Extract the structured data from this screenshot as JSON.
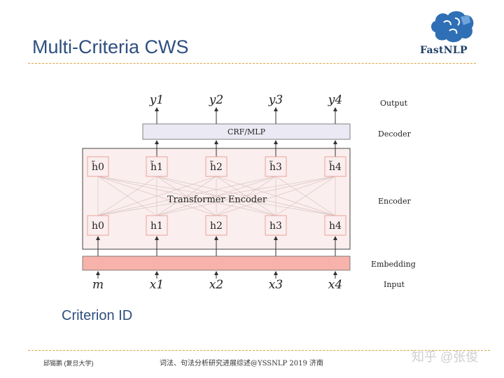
{
  "slide": {
    "title": "Multi-Criteria  CWS",
    "criterion_label": "Criterion ID",
    "logo_text": "FastNLP"
  },
  "diagram": {
    "outputs": [
      "y1",
      "y2",
      "y3",
      "y4"
    ],
    "decoder_label": "CRF/MLP",
    "encoder_label": "Transformer Encoder",
    "hidden_top": [
      "h̃0",
      "h̃1",
      "h̃2",
      "h̃3",
      "h̃4"
    ],
    "hidden_bottom": [
      "h0",
      "h1",
      "h2",
      "h3",
      "h4"
    ],
    "inputs": [
      "m",
      "x1",
      "x2",
      "x3",
      "x4"
    ],
    "layer_labels": {
      "output": "Output",
      "decoder": "Decoder",
      "encoder": "Encoder",
      "embedding": "Embedding",
      "input": "Input"
    }
  },
  "footer": {
    "author": "邱锡鹏 (复旦大学)",
    "center": "词法、句法分析研究进展综述@YSSNLP 2019 济南",
    "watermark": "知乎 @张俊"
  },
  "colors": {
    "title": "#2f4f7f",
    "rule": "#d9a441",
    "encoder_fill": "#fbeeee",
    "node_border": "#e8a49a",
    "embedding_fill": "#f7b3ab",
    "decoder_fill": "#ebe9f3",
    "logo_blue": "#2f6fb5"
  }
}
